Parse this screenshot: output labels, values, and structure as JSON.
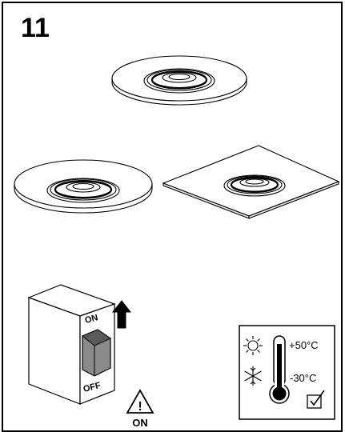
{
  "step": {
    "number": "11"
  },
  "switch": {
    "on_label": "ON",
    "off_label": "OFF"
  },
  "warning": {
    "label": "ON",
    "symbol": "!"
  },
  "temperature": {
    "max": "+50°C",
    "min": "-30°C"
  },
  "icons": [
    "sun-icon",
    "snowflake-icon",
    "thermometer-icon",
    "checkbox-icon",
    "warning-icon",
    "up-arrow-icon"
  ]
}
